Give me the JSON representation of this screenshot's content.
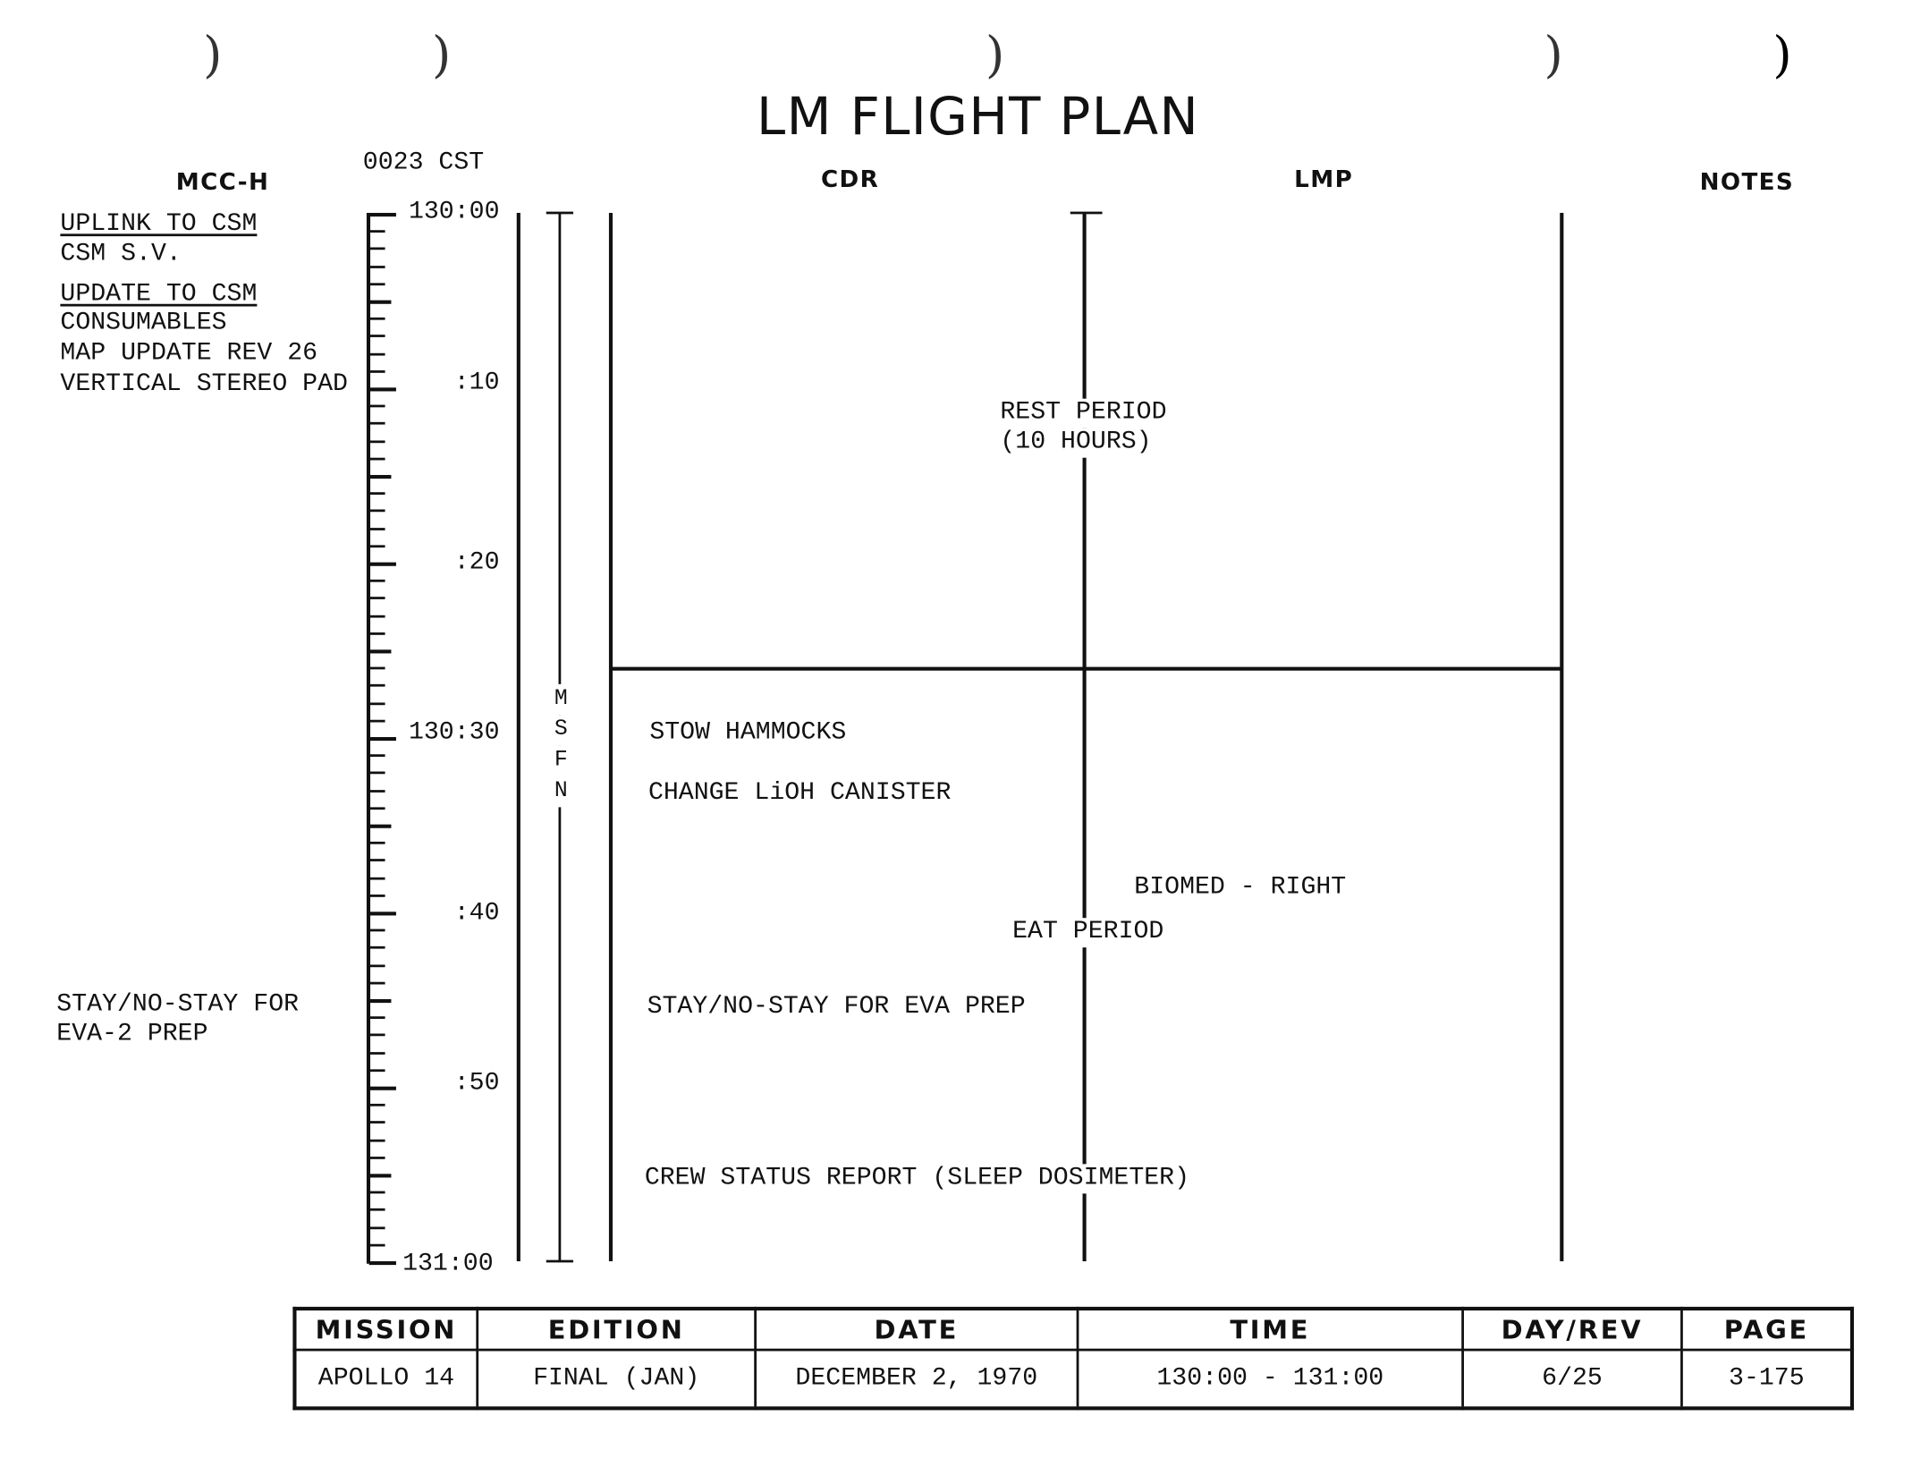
{
  "title": "LM FLIGHT PLAN",
  "columns": {
    "mcc": "MCC-H",
    "cdr": "CDR",
    "lmp": "LMP",
    "notes": "NOTES"
  },
  "clock": "0023 CST",
  "time_labels": [
    "130:00",
    ":10",
    ":20",
    "130:30",
    ":40",
    ":50",
    "131:00"
  ],
  "station": [
    "M",
    "S",
    "F",
    "N"
  ],
  "mcc_notes": {
    "uplink_heading": "UPLINK TO CSM",
    "uplink_item": "CSM S.V.",
    "update_heading": "UPDATE TO CSM",
    "update_items": [
      "CONSUMABLES",
      "MAP UPDATE REV 26",
      "VERTICAL STEREO PAD"
    ],
    "stay_line1": "STAY/NO-STAY FOR",
    "stay_line2": "EVA-2 PREP"
  },
  "activities": {
    "rest_period": "REST PERIOD",
    "rest_duration": "(10 HOURS)",
    "stow": "STOW HAMMOCKS",
    "lioh": "CHANGE LiOH CANISTER",
    "biomed": "BIOMED - RIGHT",
    "eat": "EAT PERIOD",
    "stay": "STAY/NO-STAY FOR EVA PREP",
    "crew_status": "CREW STATUS REPORT (SLEEP DOSIMETER)"
  },
  "footer": {
    "headers": [
      "MISSION",
      "EDITION",
      "DATE",
      "TIME",
      "DAY/REV",
      "PAGE"
    ],
    "values": [
      "APOLLO 14",
      "FINAL (JAN)",
      "DECEMBER 2, 1970",
      "130:00 - 131:00",
      "6/25",
      "3-175"
    ]
  }
}
